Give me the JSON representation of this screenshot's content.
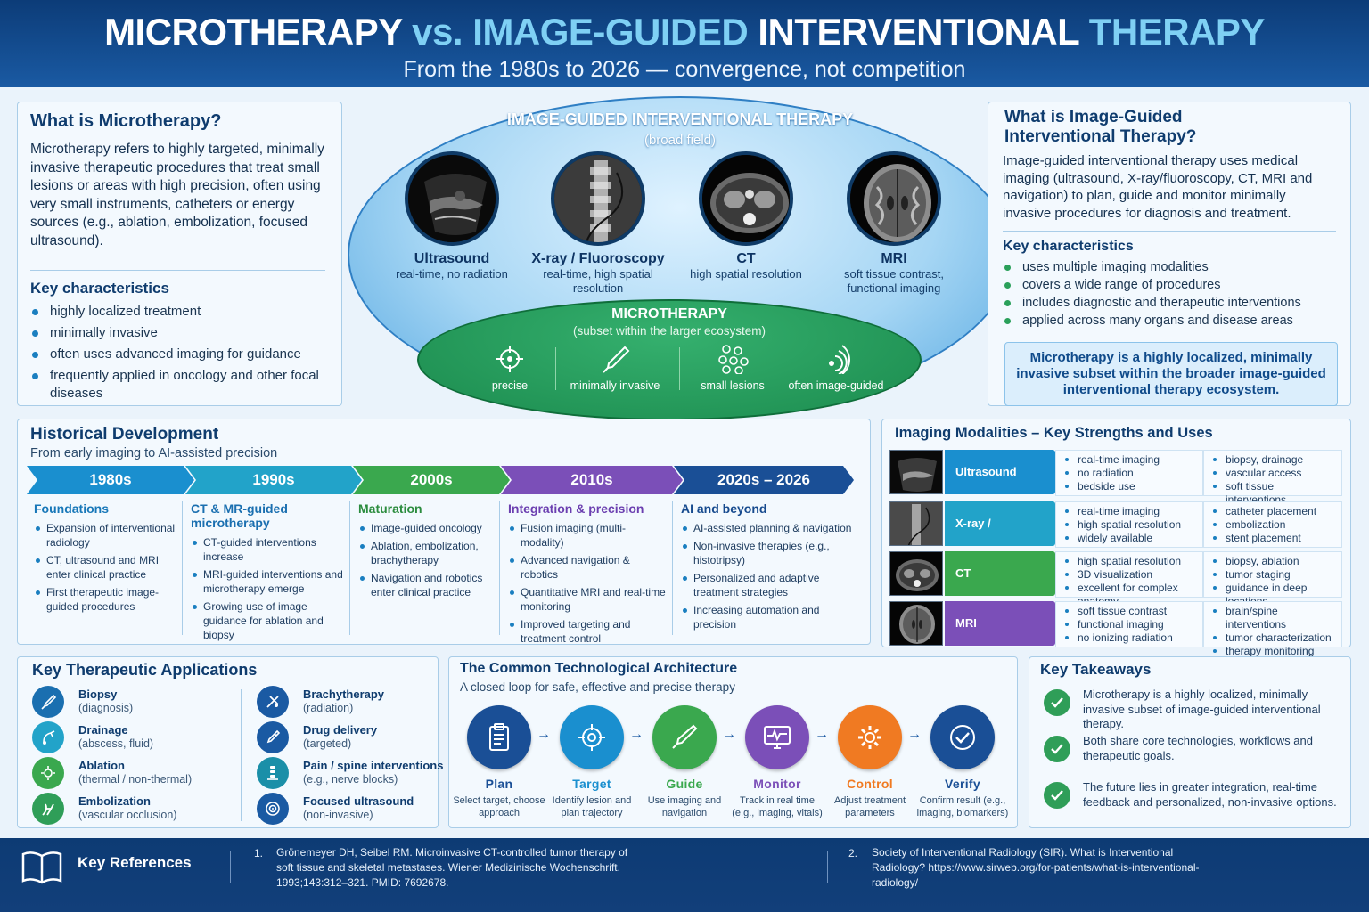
{
  "header": {
    "title_a": "MICROTHERAPY",
    "title_b": "vs.",
    "title_c": "IMAGE-GUIDED",
    "title_d": "INTERVENTIONAL",
    "title_e": "THERAPY",
    "subtitle": "From the 1980s to 2026 — convergence, not competition"
  },
  "what_micro": {
    "title": "What is Microtherapy?",
    "text": "Microtherapy refers to highly targeted, minimally invasive therapeutic procedures that treat small lesions or areas with high precision, often using very small instruments, catheters or energy sources (e.g., ablation, embolization, focused ultrasound).",
    "key_title": "Key characteristics",
    "items": [
      "highly localized treatment",
      "minimally invasive",
      "often uses advanced imaging for guidance",
      "frequently applied in oncology and other focal diseases"
    ]
  },
  "what_igit": {
    "title": "What is Image-Guided Interventional Therapy?",
    "text": "Image-guided interventional therapy uses medical imaging (ultrasound, X-ray/fluoroscopy, CT, MRI and navigation) to plan, guide and monitor minimally invasive procedures for diagnosis and treatment.",
    "key_title": "Key characteristics",
    "items": [
      "uses multiple imaging modalities",
      "covers a wide range of procedures",
      "includes diagnostic and therapeutic interventions",
      "applied across many organs and disease areas"
    ],
    "callout": "Microtherapy is a highly localized, minimally invasive subset within the broader image-guided interventional therapy ecosystem."
  },
  "ecosystem": {
    "title": "IMAGE-GUIDED INTERVENTIONAL THERAPY",
    "subtitle": "(broad field)",
    "modalities": [
      {
        "name": "Ultrasound",
        "desc": "real-time, no radiation"
      },
      {
        "name": "X-ray / Fluoroscopy",
        "desc": "real-time, high spatial resolution"
      },
      {
        "name": "CT",
        "desc": "high spatial resolution"
      },
      {
        "name": "MRI",
        "desc": "soft tissue contrast, functional imaging"
      }
    ],
    "micro_title": "MICROTHERAPY",
    "micro_subtitle": "(subset within the larger ecosystem)",
    "micro_icons": [
      {
        "label": "precise",
        "icon": "crosshair-icon"
      },
      {
        "label": "minimally invasive",
        "icon": "needle-icon"
      },
      {
        "label": "small lesions",
        "icon": "dots-icon"
      },
      {
        "label": "often image-guided",
        "icon": "waves-icon"
      }
    ]
  },
  "history": {
    "title": "Historical Development",
    "subtitle": "From early imaging to AI-assisted precision",
    "eras": [
      {
        "label": "1980s",
        "color": "#1a8fcf",
        "title": "Foundations",
        "title_color": "#1777b8",
        "items": [
          "Expansion of interventional radiology",
          "CT, ultrasound and MRI enter clinical practice",
          "First therapeutic image-guided procedures"
        ]
      },
      {
        "label": "1990s",
        "color": "#22a3c9",
        "title": "CT & MR-guided microtherapy",
        "title_color": "#1a6fb0",
        "items": [
          "CT-guided interventions increase",
          "MRI-guided interventions and microtherapy emerge",
          "Growing use of image guidance for ablation and biopsy"
        ]
      },
      {
        "label": "2000s",
        "color": "#3aa84e",
        "title": "Maturation",
        "title_color": "#2b8c3e",
        "items": [
          "Image-guided oncology",
          "Ablation, embolization, brachytherapy",
          "Navigation and robotics enter clinical practice"
        ]
      },
      {
        "label": "2010s",
        "color": "#7b4fb8",
        "title": "Integration & precision",
        "title_color": "#6b3fb0",
        "items": [
          "Fusion imaging (multi-modality)",
          "Advanced navigation & robotics",
          "Quantitative MRI and real-time monitoring",
          "Improved targeting and treatment control"
        ]
      },
      {
        "label": "2020s – 2026",
        "color": "#1a4f96",
        "title": "AI and beyond",
        "title_color": "#164a8e",
        "items": [
          "AI-assisted planning & navigation",
          "Non-invasive therapies (e.g., histotripsy)",
          "Personalized and adaptive treatment strategies",
          "Increasing automation and precision"
        ]
      }
    ]
  },
  "imaging": {
    "title": "Imaging Modalities – Key Strengths and Uses",
    "rows": [
      {
        "name": "Ultrasound",
        "color": "#1a8fcf",
        "strengths": [
          "real-time imaging",
          "no radiation",
          "bedside use"
        ],
        "uses": [
          "biopsy, drainage",
          "vascular access",
          "soft tissue interventions"
        ]
      },
      {
        "name": "X-ray / Fluoroscopy",
        "color": "#22a3c9",
        "strengths": [
          "real-time imaging",
          "high spatial resolution",
          "widely available"
        ],
        "uses": [
          "catheter placement",
          "embolization",
          "stent placement"
        ]
      },
      {
        "name": "CT",
        "color": "#3aa84e",
        "strengths": [
          "high spatial resolution",
          "3D visualization",
          "excellent for complex anatomy"
        ],
        "uses": [
          "biopsy, ablation",
          "tumor staging",
          "guidance in deep locations"
        ]
      },
      {
        "name": "MRI",
        "color": "#7b4fb8",
        "strengths": [
          "soft tissue contrast",
          "functional imaging",
          "no ionizing radiation"
        ],
        "uses": [
          "brain/spine interventions",
          "tumor characterization",
          "therapy monitoring"
        ]
      }
    ]
  },
  "apps": {
    "title": "Key Therapeutic Applications",
    "items": [
      {
        "name": "Biopsy",
        "desc": "(diagnosis)",
        "color": "#1a6fb0",
        "icon": "needle-icon"
      },
      {
        "name": "Drainage",
        "desc": "(abscess, fluid)",
        "color": "#22a3c9",
        "icon": "drainage-icon"
      },
      {
        "name": "Ablation",
        "desc": "(thermal / non-thermal)",
        "color": "#3aa84e",
        "icon": "ablation-icon"
      },
      {
        "name": "Embolization",
        "desc": "(vascular occlusion)",
        "color": "#2f9e58",
        "icon": "vessel-icon"
      },
      {
        "name": "Brachytherapy",
        "desc": "(radiation)",
        "color": "#1a5aa3",
        "icon": "seed-icon"
      },
      {
        "name": "Drug delivery",
        "desc": "(targeted)",
        "color": "#1a5aa3",
        "icon": "syringe-icon"
      },
      {
        "name": "Pain / spine interventions",
        "desc": "(e.g., nerve blocks)",
        "color": "#1a8fa8",
        "icon": "spine-icon"
      },
      {
        "name": "Focused ultrasound",
        "desc": "(non-invasive)",
        "color": "#1a5aa3",
        "icon": "target-icon"
      }
    ]
  },
  "arch": {
    "title": "The Common Technological Architecture",
    "subtitle": "A closed loop for safe, effective and precise therapy",
    "steps": [
      {
        "name": "Plan",
        "color": "#1a4f96",
        "desc": "Select target, choose approach",
        "icon": "clipboard-icon"
      },
      {
        "name": "Target",
        "color": "#1a8fcf",
        "desc": "Identify lesion and plan trajectory",
        "icon": "crosshair-icon"
      },
      {
        "name": "Guide",
        "color": "#3aa84e",
        "desc": "Use imaging and navigation",
        "icon": "needle-icon"
      },
      {
        "name": "Monitor",
        "color": "#7b4fb8",
        "desc": "Track in real time (e.g., imaging, vitals)",
        "icon": "monitor-icon"
      },
      {
        "name": "Control",
        "color": "#f07a22",
        "desc": "Adjust treatment parameters",
        "icon": "gear-icon"
      },
      {
        "name": "Verify",
        "color": "#1a4f96",
        "desc": "Confirm result (e.g., imaging, biomarkers)",
        "icon": "check-icon"
      }
    ]
  },
  "takeaways": {
    "title": "Key Takeaways",
    "items": [
      "Microtherapy is a highly localized, minimally invasive subset of image-guided interventional therapy.",
      "Both share core technologies, workflows and therapeutic goals.",
      "The future lies in greater integration, real-time feedback and personalized, non-invasive options."
    ]
  },
  "footer": {
    "title": "Key References",
    "ref1_num": "1.",
    "ref1": "Grönemeyer DH, Seibel RM. Microinvasive CT-controlled tumor therapy of soft tissue and skeletal metastases. Wiener Medizinische Wochenschrift. 1993;143:312–321. PMID: 7692678.",
    "ref2_num": "2.",
    "ref2": "Society of Interventional Radiology (SIR). What is Interventional Radiology? https://www.sirweb.org/for-patients/what-is-interventional-radiology/"
  }
}
